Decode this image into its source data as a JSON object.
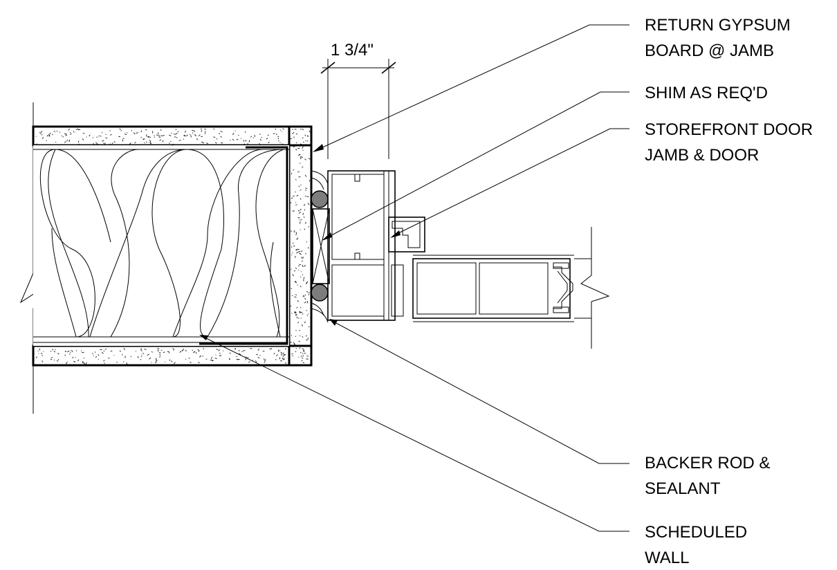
{
  "callouts": {
    "return_gypsum": [
      "RETURN GYPSUM",
      "BOARD @ JAMB"
    ],
    "shim": [
      "SHIM AS REQ'D"
    ],
    "storefront": [
      "STOREFRONT DOOR",
      "JAMB & DOOR"
    ],
    "backer_rod": [
      "BACKER ROD &",
      "SEALANT"
    ],
    "scheduled_wall": [
      "SCHEDULED",
      "WALL"
    ]
  },
  "dimension": {
    "value": "1 3/4\""
  }
}
